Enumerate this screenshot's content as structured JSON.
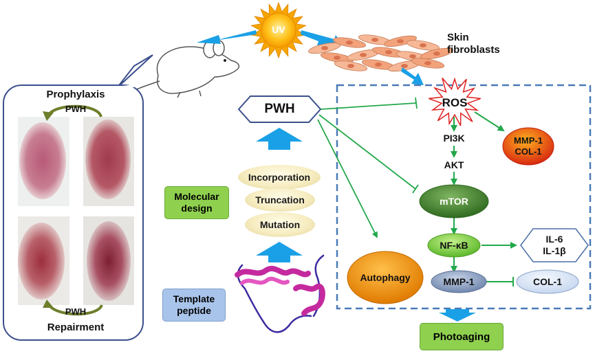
{
  "sun": {
    "label": "UV"
  },
  "skin": {
    "line1": "Skin",
    "line2": "fibroblasts"
  },
  "panel": {
    "top_label": "Prophylaxis",
    "bottom_label": "Repairment",
    "pwh_top": "PWH",
    "pwh_bottom": "PWH"
  },
  "left": {
    "pwh": "PWH",
    "design_steps": [
      "Incorporation",
      "Truncation",
      "Mutation"
    ],
    "molecular_design": {
      "line1": "Molecular",
      "line2": "design"
    },
    "template_peptide": {
      "line1": "Template",
      "line2": "peptide"
    }
  },
  "pathway": {
    "ros": "ROS",
    "pi3k": "PI3K",
    "akt": "AKT",
    "mtor": "mTOR",
    "nfkb": "NF-κB",
    "mmp1": "MMP-1",
    "col1": "COL-1",
    "mmp_col": {
      "line1": "MMP-1",
      "line2": "COL-1"
    },
    "il": {
      "line1": "IL-6",
      "line2": "IL-1β"
    },
    "autophagy": "Autophagy",
    "photoaging": "Photoaging"
  },
  "colors": {
    "dashed_border": "#4a7ab8",
    "blue_arrow": "#1aa0e6",
    "green_line": "#22a84a",
    "ros_burst": "#e02020",
    "mtor": "#3e7a2e",
    "nfkb": "#7ccf3c",
    "autophagy": "#f29400",
    "mmp_col_oval": "#e03a10",
    "mmp1": "#7d92b6",
    "col1": "#d8e4f5",
    "molecular_design_box": "#8fd14f",
    "template_box": "#a9c4ea",
    "photoaging_box": "#8fd14f",
    "panel_border": "#3b4f8c"
  }
}
